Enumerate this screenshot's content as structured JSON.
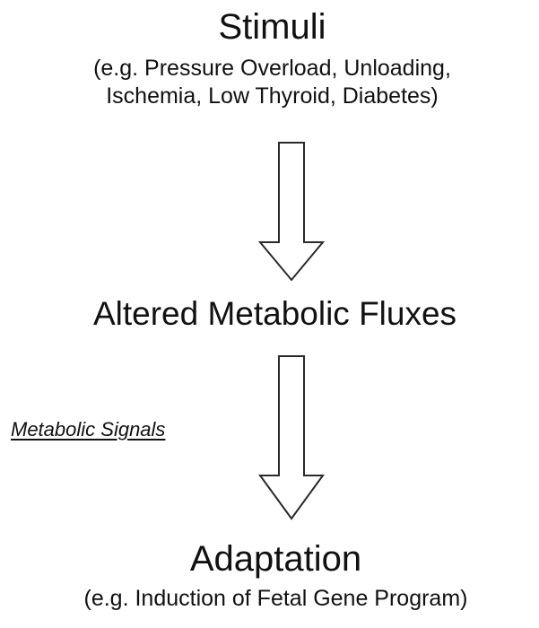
{
  "diagram": {
    "stimuli": {
      "title": "Stimuli",
      "line1": "(e.g. Pressure Overload, Unloading,",
      "line2": "Ischemia, Low Thyroid, Diabetes)"
    },
    "fluxes": {
      "title": "Altered Metabolic Fluxes"
    },
    "signals": {
      "label": "Metabolic Signals"
    },
    "adaptation": {
      "title": "Adaptation",
      "example": "(e.g. Induction of Fetal Gene Program)"
    }
  }
}
